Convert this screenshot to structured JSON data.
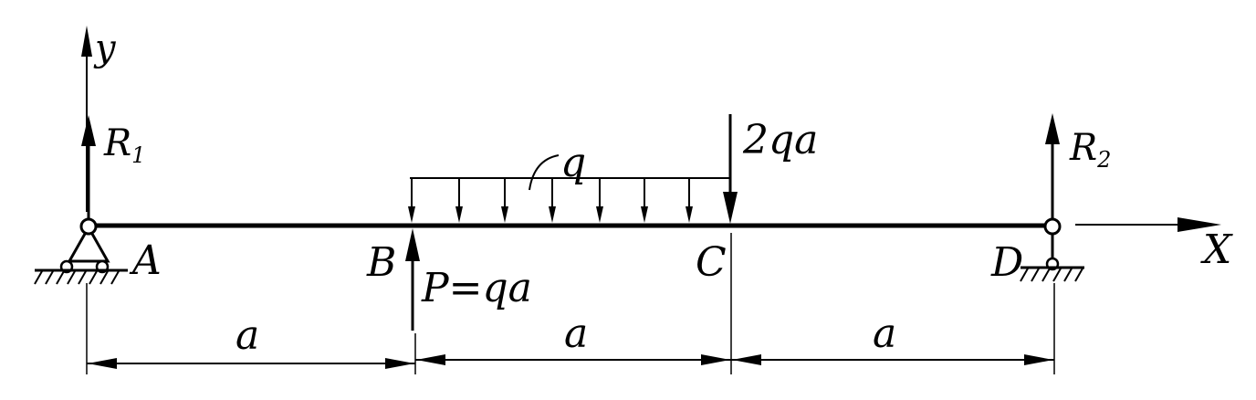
{
  "axes": {
    "y_label": "y",
    "x_label": "X"
  },
  "reactions": {
    "r1": {
      "symbol": "R",
      "subscript": "1"
    },
    "r2": {
      "symbol": "R",
      "subscript": "2"
    }
  },
  "points": {
    "a": "A",
    "b": "B",
    "c": "C",
    "d": "D"
  },
  "loads": {
    "distributed": "q",
    "concentrated_c": "2qa",
    "concentrated_b": "P=qa"
  },
  "dimensions": {
    "span_ab": "a",
    "span_bc": "a",
    "span_cd": "a"
  },
  "colors": {
    "ink": "#000000",
    "background": "#ffffff"
  }
}
